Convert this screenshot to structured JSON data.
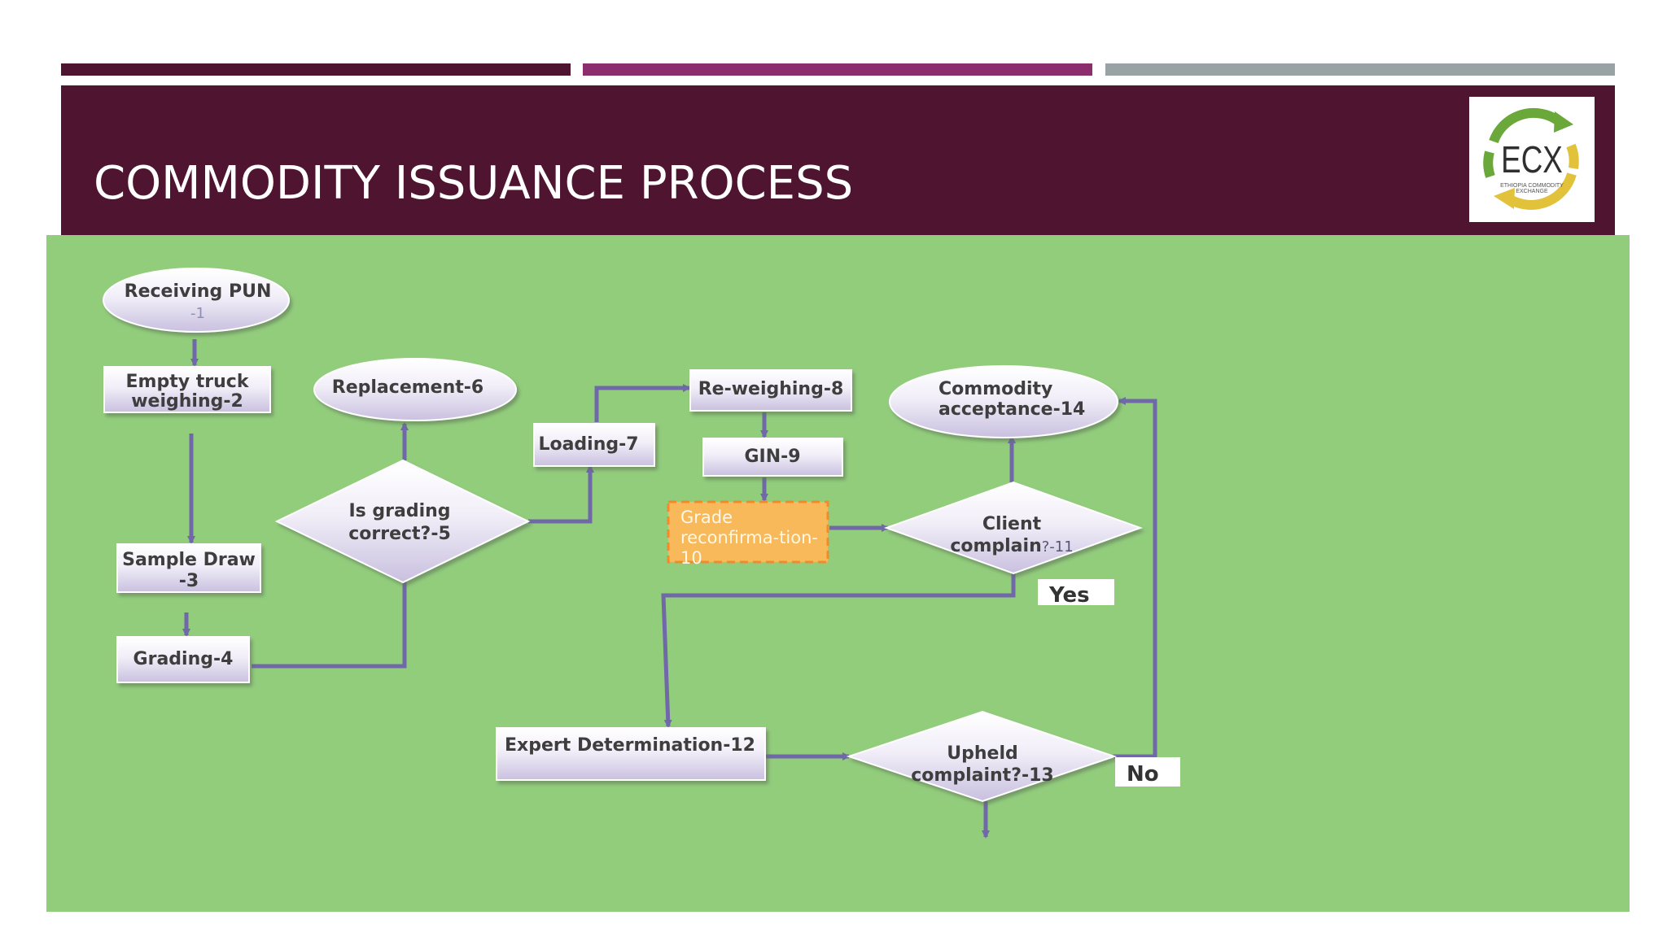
{
  "slide": {
    "title": "COMMODITY ISSUANCE PROCESS",
    "logo_text": "ECX",
    "logo_tagline": "ETHIOPIA COMMODITY EXCHANGE"
  },
  "colors": {
    "header": "#4e1430",
    "accent_bar_1": "#4e1430",
    "accent_bar_2": "#8c2e6d",
    "accent_bar_3": "#97a3a5",
    "canvas": "#92cd7c",
    "arrow": "#7068a8",
    "highlight_node": "#f7b95a"
  },
  "flowchart": {
    "nodes": {
      "n1": {
        "line1": "Receiving PUN",
        "line2": "-1"
      },
      "n2": {
        "line1": "Empty truck",
        "line2": "weighing-2"
      },
      "n3": {
        "line1": "Sample Draw",
        "line2": "-3"
      },
      "n4": {
        "line1": "Grading-4"
      },
      "n5": {
        "line1": "Is grading",
        "line2": "correct?-5"
      },
      "n6": {
        "line1": "Replacement-6"
      },
      "n7": {
        "line1": "Loading-7"
      },
      "n8": {
        "line1": "Re-weighing-8"
      },
      "n9": {
        "line1": "GIN-9"
      },
      "n10": {
        "line1": "Grade",
        "line2": "reconfirma-tion-",
        "line3": "10"
      },
      "n11": {
        "line1": "Client",
        "line2": "complain",
        "line2_suffix": "?-11"
      },
      "n12": {
        "line1": "Expert Determination-12"
      },
      "n13": {
        "line1": "Upheld",
        "line2": "complaint?-13"
      },
      "n14": {
        "line1": "Commodity",
        "line2": "acceptance-14"
      }
    },
    "labels": {
      "yes": "Yes",
      "no": "No"
    }
  }
}
